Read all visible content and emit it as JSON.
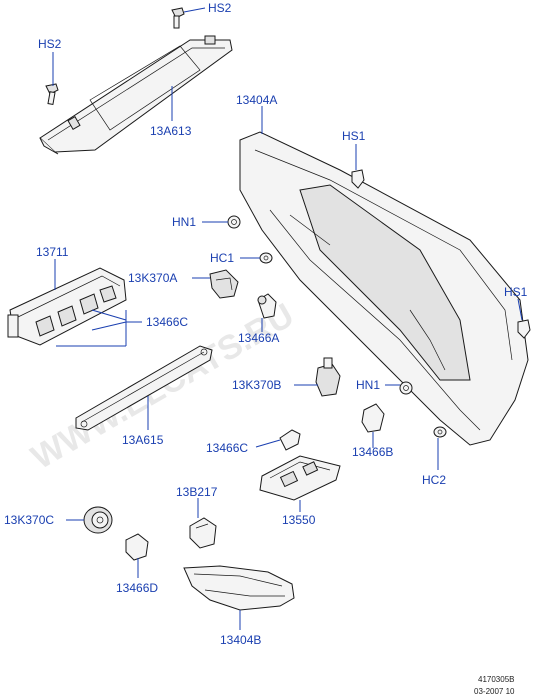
{
  "watermark": "WWW.ELCATS.RU",
  "labels": {
    "hs2_top": "HS2",
    "hs2_left": "HS2",
    "p13a613": "13A613",
    "p13404a": "13404A",
    "hs1_top": "HS1",
    "hs1_right": "HS1",
    "hn1_left": "HN1",
    "hc1": "HC1",
    "p13711": "13711",
    "p13k370a": "13K370A",
    "p13466c": "13466C",
    "p13466a": "13466A",
    "p13k370b": "13K370B",
    "hn1_right": "HN1",
    "p13a615": "13A615",
    "p13466c_bulb": "13466C",
    "p13466b": "13466B",
    "hc2": "HC2",
    "p13b217": "13B217",
    "p13k370c": "13K370C",
    "p13550": "13550",
    "p13466d": "13466D",
    "p13404b": "13404B"
  },
  "footer": {
    "code": "4170305B",
    "date": "03-2007 10"
  }
}
